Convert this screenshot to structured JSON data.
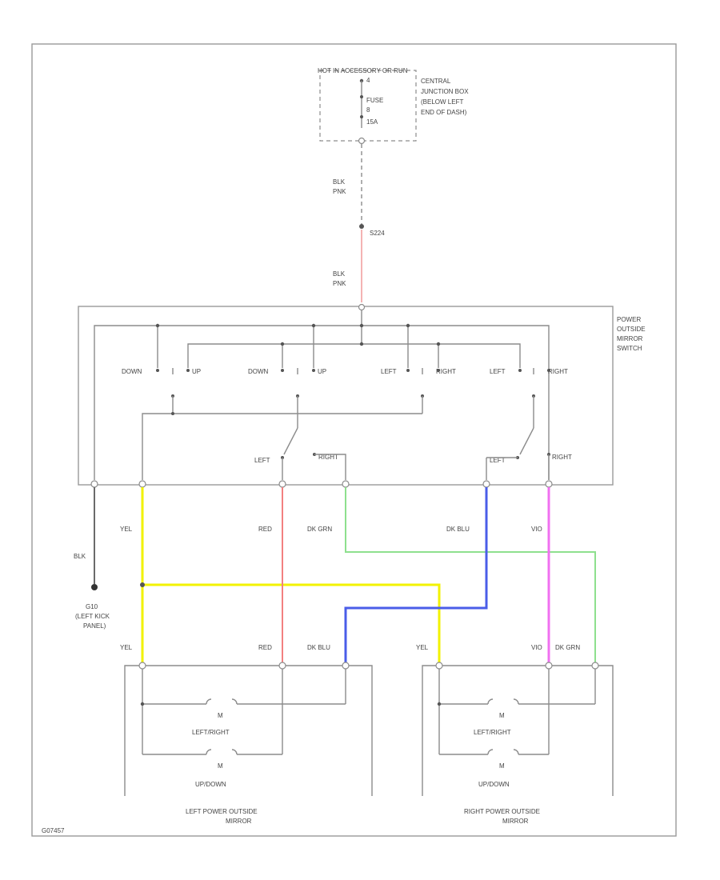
{
  "fuse_box": {
    "header": "HOT IN ACCESSORY OR RUN",
    "pin_top": "4",
    "fuse_label": "FUSE",
    "fuse_number": "8",
    "fuse_rating": "15A",
    "description": [
      "CENTRAL",
      "JUNCTION BOX",
      "(BELOW LEFT",
      "END OF DASH)"
    ]
  },
  "splice": "S224",
  "feed_wire": {
    "color_label": [
      "BLK",
      "PNK"
    ],
    "colors": {
      "upper": "#8c8c8c",
      "lower": "#f2a0a0"
    }
  },
  "switch": {
    "title": [
      "POWER",
      "OUTSIDE",
      "MIRROR",
      "SWITCH"
    ],
    "contact_labels": [
      "DOWN",
      "UP",
      "DOWN",
      "UP",
      "LEFT",
      "RIGHT",
      "LEFT",
      "RIGHT"
    ],
    "selector_left": "LEFT",
    "selector_right": "RIGHT",
    "selector_left2": "LEFT",
    "selector_right2": "RIGHT"
  },
  "wires": [
    {
      "label": "BLK",
      "color": "#6a6a6a"
    },
    {
      "label": "YEL",
      "color": "#f2f200"
    },
    {
      "label": "RED",
      "color": "#f28080"
    },
    {
      "label": "DK GRN",
      "color": "#8ee08e"
    },
    {
      "label": "DK BLU",
      "color": "#4a5de8"
    },
    {
      "label": "VIO",
      "color": "#f070f0"
    }
  ],
  "ground": {
    "id": "G10",
    "location": [
      "(LEFT KICK",
      "PANEL)"
    ]
  },
  "lower_wire_labels": {
    "left_yel": "YEL",
    "left_red": "RED",
    "left_dkblu": "DK BLU",
    "right_yel": "YEL",
    "right_vio": "VIO",
    "right_dkgrn": "DK GRN"
  },
  "left_mirror": {
    "title": [
      "LEFT POWER OUTSIDE",
      "MIRROR"
    ],
    "motor1_label": "LEFT/RIGHT",
    "motor2_label": "UP/DOWN",
    "motor_symbol": "M"
  },
  "right_mirror": {
    "title": [
      "RIGHT POWER OUTSIDE",
      "MIRROR"
    ],
    "motor1_label": "LEFT/RIGHT",
    "motor2_label": "UP/DOWN",
    "motor_symbol": "M"
  },
  "figure_code": "G07457"
}
